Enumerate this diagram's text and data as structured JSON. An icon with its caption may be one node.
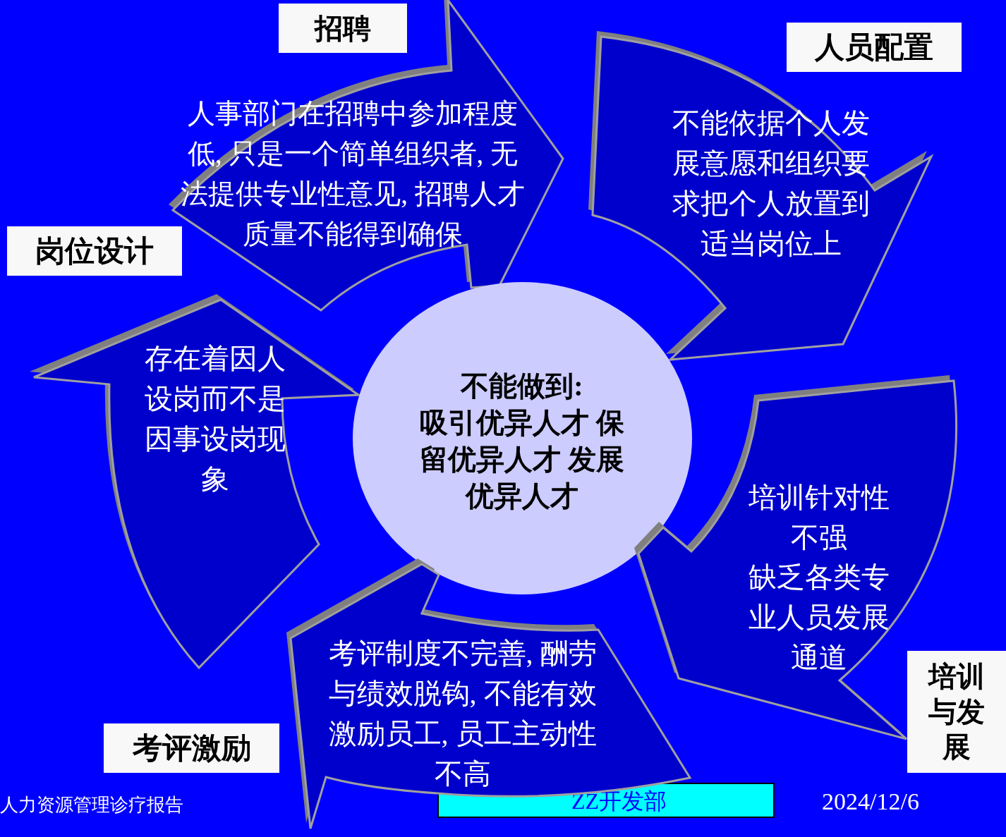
{
  "diagram": {
    "nodes": [
      {
        "text": [
          "招聘"
        ]
      },
      {
        "text": [
          "人事部门在招聘中参加程度低, 只是一个简单组织者, 无法提供专业性意见, 招聘人才质量不能得到确保"
        ]
      },
      {
        "text": [
          "人员配置"
        ]
      },
      {
        "text": [
          "不能依据个人发展意愿和组织要求把个人放置到适当岗位上"
        ]
      },
      {
        "text": [
          "岗位设计"
        ]
      },
      {
        "text": [
          "存在着因人设岗而不是因事设岗现象"
        ]
      },
      {
        "text": [
          "不能做到:",
          "吸引优异人才 保留优异人才 发展优异人才"
        ]
      },
      {
        "text": [
          "培训针对性不强",
          "缺乏各类专业人员发展通道"
        ]
      },
      {
        "text": [
          "培训与发展"
        ]
      },
      {
        "text": [
          "考评激励"
        ]
      },
      {
        "text": [
          "考评制度不完善, 酬劳与绩效脱钩, 不能有效激励员工, 员工主动性不高"
        ]
      }
    ],
    "labels": [
      "人力资源管理诊疗报告",
      "ZZ开发部",
      "2024/12/6"
    ]
  }
}
